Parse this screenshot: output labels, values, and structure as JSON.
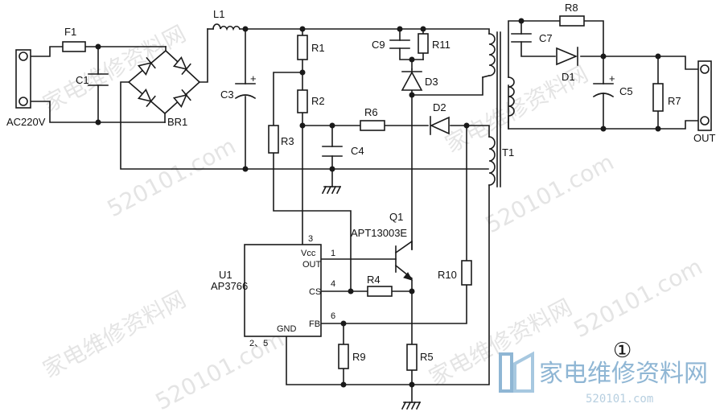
{
  "figure_number": "①",
  "watermark": {
    "site_cn": "家电维修资料网",
    "domain": "520101.com",
    "logo_cn": "家电维修资料网",
    "logo_url": "520101.com"
  },
  "labels": {
    "ac_in": "AC220V",
    "out": "OUT",
    "F1": "F1",
    "C1": "C1",
    "BR1": "BR1",
    "L1": "L1",
    "C3": "C3",
    "R1": "R1",
    "R2": "R2",
    "R3": "R3",
    "C4": "C4",
    "R6": "R6",
    "C9": "C9",
    "R11": "R11",
    "D3": "D3",
    "D2": "D2",
    "T1": "T1",
    "C7": "C7",
    "R8": "R8",
    "D1": "D1",
    "C5": "C5",
    "R7": "R7",
    "Q1": "Q1",
    "Q1_part": "APT13003E",
    "U1": "U1",
    "U1_part": "AP3766",
    "R4": "R4",
    "R10": "R10",
    "R9": "R9",
    "R5": "R5"
  },
  "pins": {
    "vcc": "Vcc",
    "out": "OUT",
    "cs": "CS",
    "fb": "FB",
    "gnd": "GND",
    "n1": "1",
    "n3": "3",
    "n4": "4",
    "n6": "6",
    "n25": "2、5"
  },
  "polarity": {
    "C3": "+",
    "C5": "+"
  }
}
